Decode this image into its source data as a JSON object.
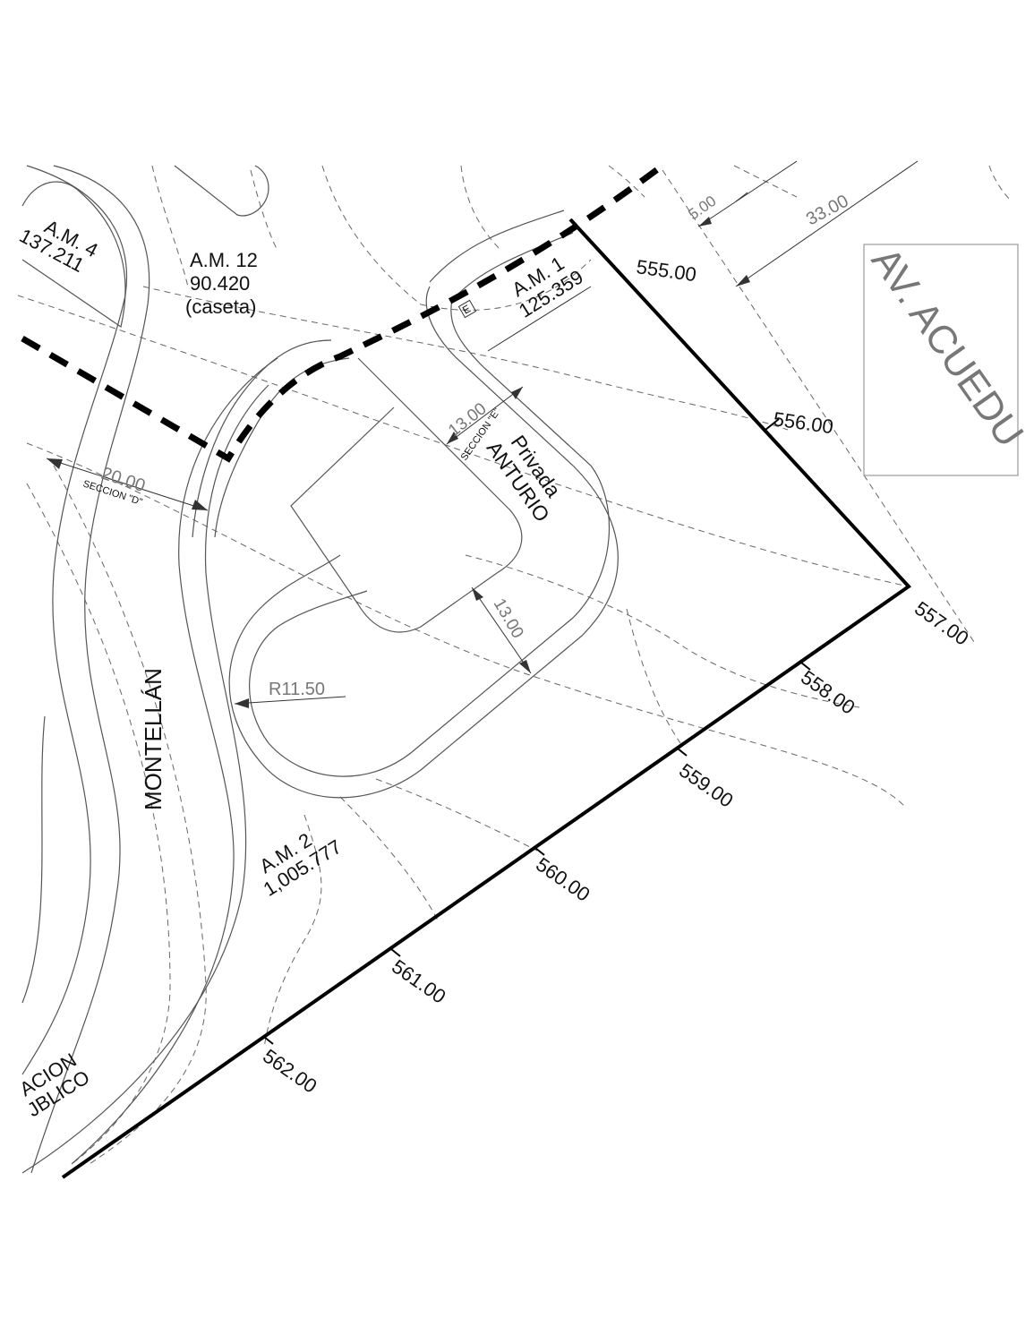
{
  "areas": {
    "am4": {
      "name": "A.M. 4",
      "value": "137.211"
    },
    "am12": {
      "name": "A.M. 12",
      "value": "90.420",
      "note": "(caseta)"
    },
    "am1": {
      "name": "A.M. 1",
      "value": "125.359"
    },
    "am2": {
      "name": "A.M. 2",
      "value": "1,005.777"
    }
  },
  "streets": {
    "montellan": "MONTELLÁN",
    "privada_line1": "Privada",
    "privada_line2": "ANTURIO",
    "avenue": "AV. ACUEDU"
  },
  "partial_labels": {
    "line1": "ACION",
    "line2": "JBLICO"
  },
  "dimensions": {
    "d20": "20.00",
    "seccion_d": "SECCION \"D\"",
    "d13_top": "13.00",
    "seccion_e": "SECCION \"E\"",
    "d13_mid": "13.00",
    "radius": "R11.50",
    "d5": "5.00",
    "d33": "33.00"
  },
  "contours": [
    "555.00",
    "556.00",
    "557.00",
    "558.00",
    "559.00",
    "560.00",
    "561.00",
    "562.00"
  ],
  "small_mark": "E"
}
